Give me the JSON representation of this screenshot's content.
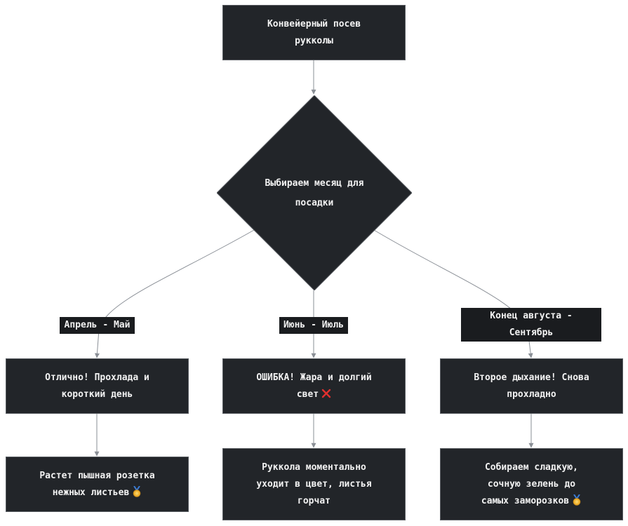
{
  "diagram": {
    "start": {
      "label": "Конвейерный посев\nрукколы"
    },
    "decision": {
      "label": "Выбираем месяц для\nпосадки"
    },
    "edges": {
      "left": {
        "label": "Апрель - Май"
      },
      "center": {
        "label": "Июнь - Июль"
      },
      "right": {
        "label": "Конец августа -\nСентябрь"
      }
    },
    "outcomes": {
      "left": {
        "label": "Отлично! Прохлада и\nкороткий день"
      },
      "center": {
        "label": "ОШИБКА! Жара и долгий\nсвет",
        "icon": "cross-mark-icon"
      },
      "right": {
        "label": "Второе дыхание! Снова\nпрохладно"
      }
    },
    "results": {
      "left": {
        "label": "Растет пышная розетка\nнежных листьев",
        "icon": "medal-icon"
      },
      "center": {
        "label": "Руккола моментально\nуходит в цвет, листья\nгорчат"
      },
      "right": {
        "label": "Собираем сладкую,\nсочную зелень до\nсамых заморозков",
        "icon": "medal-icon"
      }
    }
  },
  "colors": {
    "node_fill": "#222529",
    "node_border": "#5a5e63",
    "edge": "#8a8f96",
    "text": "#f2f2f2",
    "cross": "#e0302f",
    "medal": "#f2b533"
  }
}
